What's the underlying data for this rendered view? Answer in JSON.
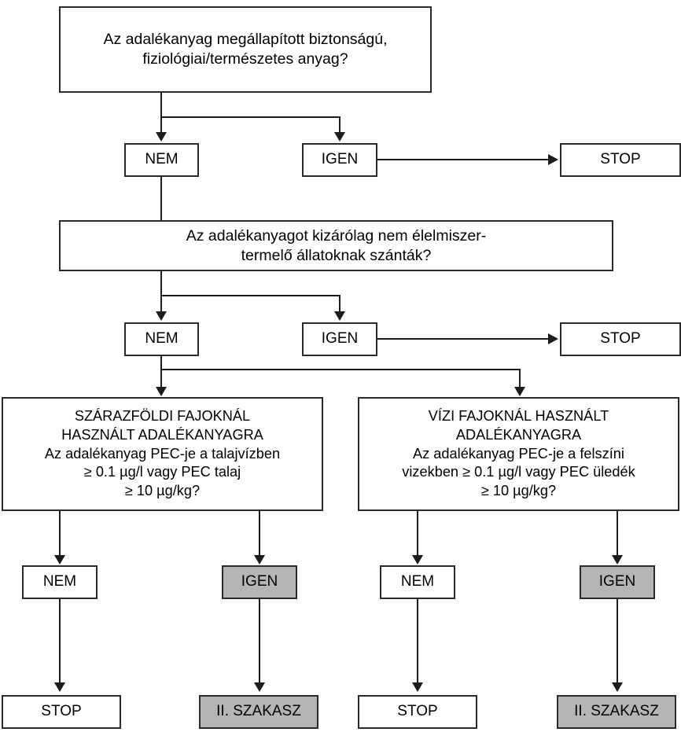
{
  "diagram": {
    "title": "Adalekanyag kornyezeti kockazatertekeles dontesi fa",
    "language": "hu",
    "colors": {
      "box_border": "#2a2a2a",
      "box_fill": "#ffffff",
      "shaded_fill": "#b5b5b5",
      "line": "#1c1c1c",
      "text": "#000000"
    }
  },
  "nodes": {
    "q1": {
      "line1": "Az adalékanyag megállapított biztonságú,",
      "line2": "fiziológiai/természetes anyag?"
    },
    "q1_no": "NEM",
    "q1_yes": "IGEN",
    "q1_stop": "STOP",
    "q2": {
      "line1": "Az adalékanyagot kizárólag nem élelmiszer-",
      "line2": "termelő állatoknak szánták?"
    },
    "q2_no": "NEM",
    "q2_yes": "IGEN",
    "q2_stop": "STOP",
    "terrestrial": {
      "heading1": "SZÁRAZFÖLDI FAJOKNÁL",
      "heading2": "HASZNÁLT ADALÉKANYAGRA",
      "line1": "Az adalékanyag PEC-je a talajvízben",
      "line2": "≥ 0.1 µg/l vagy PEC talaj",
      "line3": "≥ 10 µg/kg?"
    },
    "aquatic": {
      "heading1": "VÍZI FAJOKNÁL HASZNÁLT",
      "heading2": "ADALÉKANYAGRA",
      "line1": "Az adalékanyag PEC-je a felszíni",
      "line2": "vizekben ≥ 0.1 µg/l vagy PEC üledék",
      "line3": "≥ 10 µg/kg?"
    },
    "terrestrial_no": "NEM",
    "terrestrial_yes": "IGEN",
    "aquatic_no": "NEM",
    "aquatic_yes": "IGEN",
    "terrestrial_no_result": "STOP",
    "terrestrial_yes_result": "II. SZAKASZ",
    "aquatic_no_result": "STOP",
    "aquatic_yes_result": "II. SZAKASZ"
  }
}
